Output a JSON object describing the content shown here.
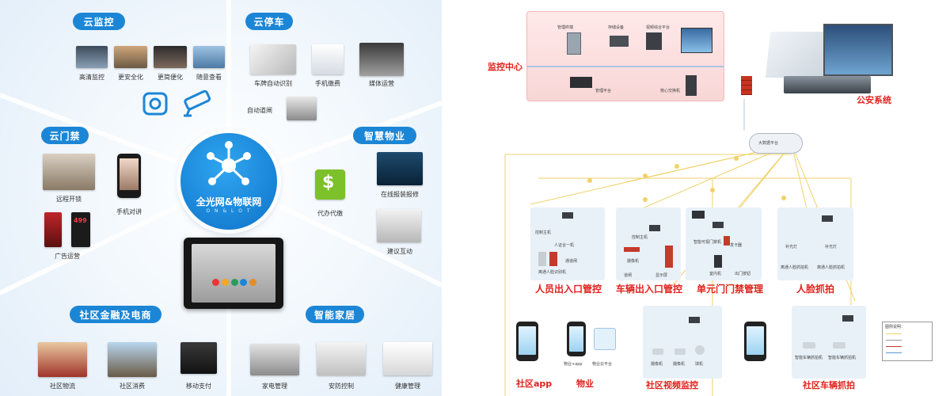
{
  "left_panel": {
    "hub": {
      "title": "全光网&物联网",
      "subtitle": "O N & L O T"
    },
    "sections": {
      "cloud_monitor": {
        "title": "云监控",
        "items": [
          "高清监控",
          "更安全化",
          "更简便化",
          "随意查看"
        ]
      },
      "cloud_parking": {
        "title": "云停车",
        "items": [
          "车牌自动识别",
          "手机缴费",
          "媒体运营",
          "自动道闸"
        ]
      },
      "cloud_access": {
        "title": "云门禁",
        "items": [
          "远程开锁",
          "手机对讲",
          "广告运营"
        ]
      },
      "smart_property": {
        "title": "智慧物业",
        "items": [
          "在线报装报修",
          "代办代缴",
          "建议互动"
        ]
      },
      "finance": {
        "title": "社区金融及电商",
        "items": [
          "社区物流",
          "社区消费",
          "移动支付"
        ]
      },
      "smart_home": {
        "title": "智能家居",
        "items": [
          "家电管理",
          "安防控制",
          "健康管理"
        ]
      }
    },
    "ad_text": "499"
  },
  "right_panel": {
    "monitor_center": {
      "label": "监控中心",
      "items": [
        "管理终端",
        "存储设备",
        "视频综合平台",
        "管理平台",
        "核心交换机"
      ]
    },
    "police": {
      "label": "公安系统"
    },
    "cloud": {
      "label": "大数据平台"
    },
    "zones": [
      {
        "label": "人员出入口管控",
        "devices": [
          "控制主机",
          "人证合一机",
          "通道闸",
          "离通人脸识别机"
        ]
      },
      {
        "label": "车辆出入口管控",
        "devices": [
          "控制主机",
          "摄像机",
          "道闸",
          "显示屏"
        ]
      },
      {
        "label": "单元门门禁管理",
        "devices": [
          "智能可视门禁机",
          "发卡器",
          "室内机",
          "出门按钮"
        ]
      },
      {
        "label": "人脸抓拍",
        "devices": [
          "补光灯",
          "离通人脸抓拍机",
          "补光灯",
          "离通人脸抓拍机"
        ]
      }
    ],
    "bottom": {
      "app": {
        "label": "社区app"
      },
      "property": {
        "label": "物业",
        "items": [
          "物业+app",
          "物业云平台"
        ]
      },
      "video": {
        "label": "社区视频监控",
        "items": [
          "摄像机",
          "摄像机",
          "球机"
        ]
      },
      "vehicle": {
        "label": "社区车辆抓拍",
        "items": [
          "智能车辆抓拍机",
          "智能车辆抓拍机"
        ]
      }
    },
    "legend": {
      "title": "图例说明："
    }
  },
  "colors": {
    "hub_blue": "#0e72c9",
    "pill_blue": "#1c86d6",
    "red": "#e0221c",
    "line_yellow": "#f0d26a"
  }
}
